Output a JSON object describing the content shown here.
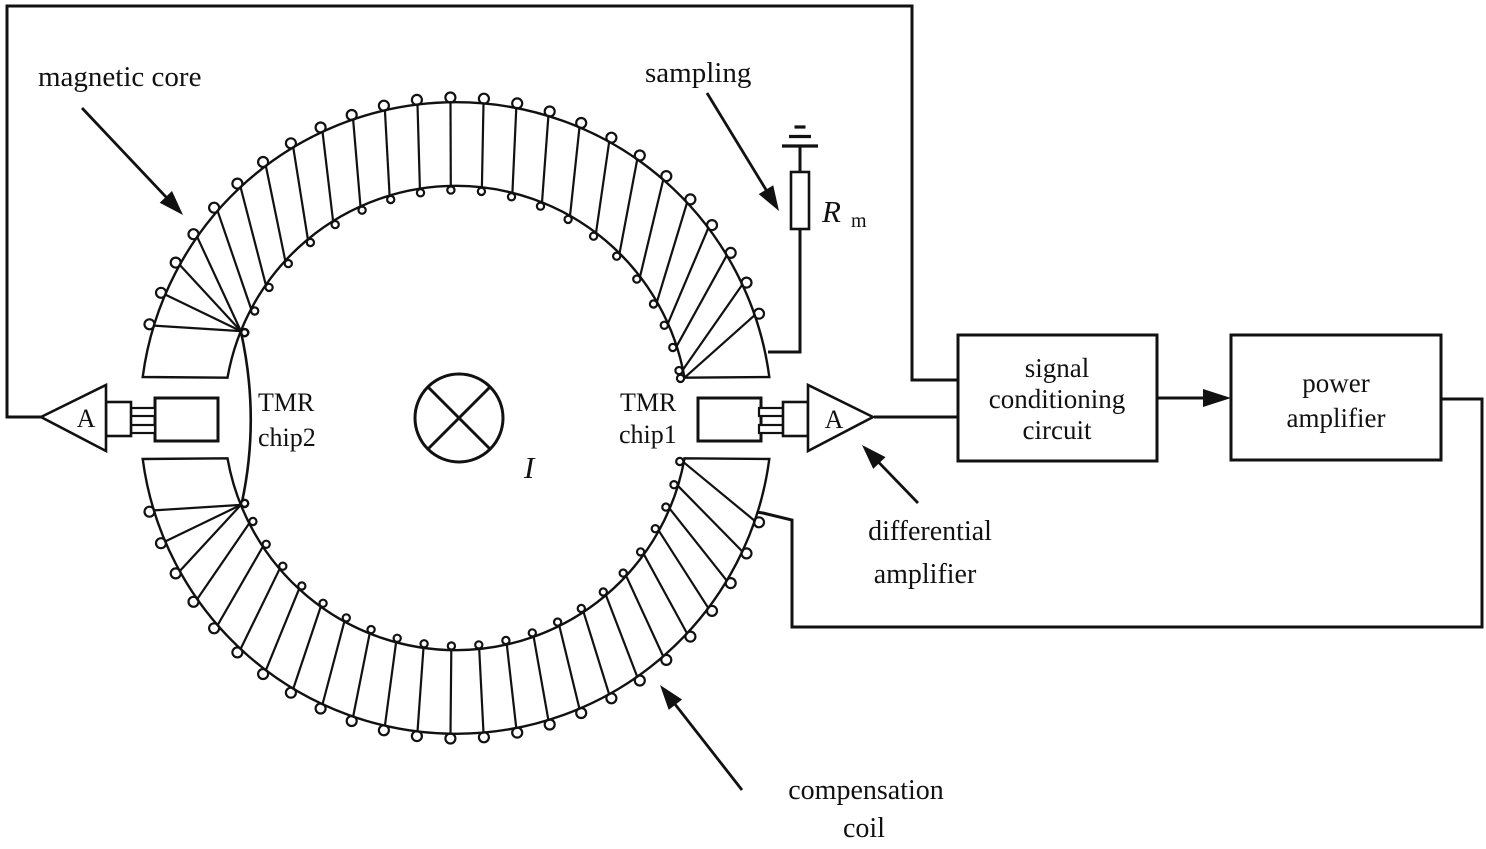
{
  "title": "TMR closed-loop current sensor schematic",
  "colors": {
    "ink": "#111111",
    "background": "#ffffff"
  },
  "labels": {
    "magnetic_core": "magnetic core",
    "sampling": "sampling",
    "tmr_left_line1": "TMR",
    "tmr_left_line2": "chip2",
    "tmr_right_line1": "TMR",
    "tmr_right_line2": "chip1",
    "differential_line1": "differential",
    "differential_line2": "amplifier",
    "compensation_line1": "compensation",
    "compensation_line2": "coil",
    "amplifier_letter_left": "A",
    "amplifier_letter_right": "A",
    "current_symbol": "I",
    "sampling_resistor_symbol": "R",
    "sampling_resistor_subscript": "m",
    "signal_box_line1": "signal",
    "signal_box_line2": "conditioning",
    "signal_box_line3": "circuit",
    "power_box_line1": "power",
    "power_box_line2": "amplifier"
  },
  "coil": {
    "upper_turns": 25,
    "lower_turns": 25
  }
}
